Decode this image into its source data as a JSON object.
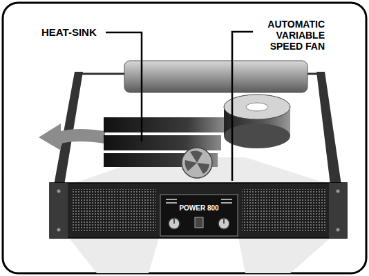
{
  "diagram": {
    "labels": [
      "HEAT-SINK",
      "AUTOMATIC VARIABLE SPEED FAN",
      "POWER 800"
    ]
  }
}
